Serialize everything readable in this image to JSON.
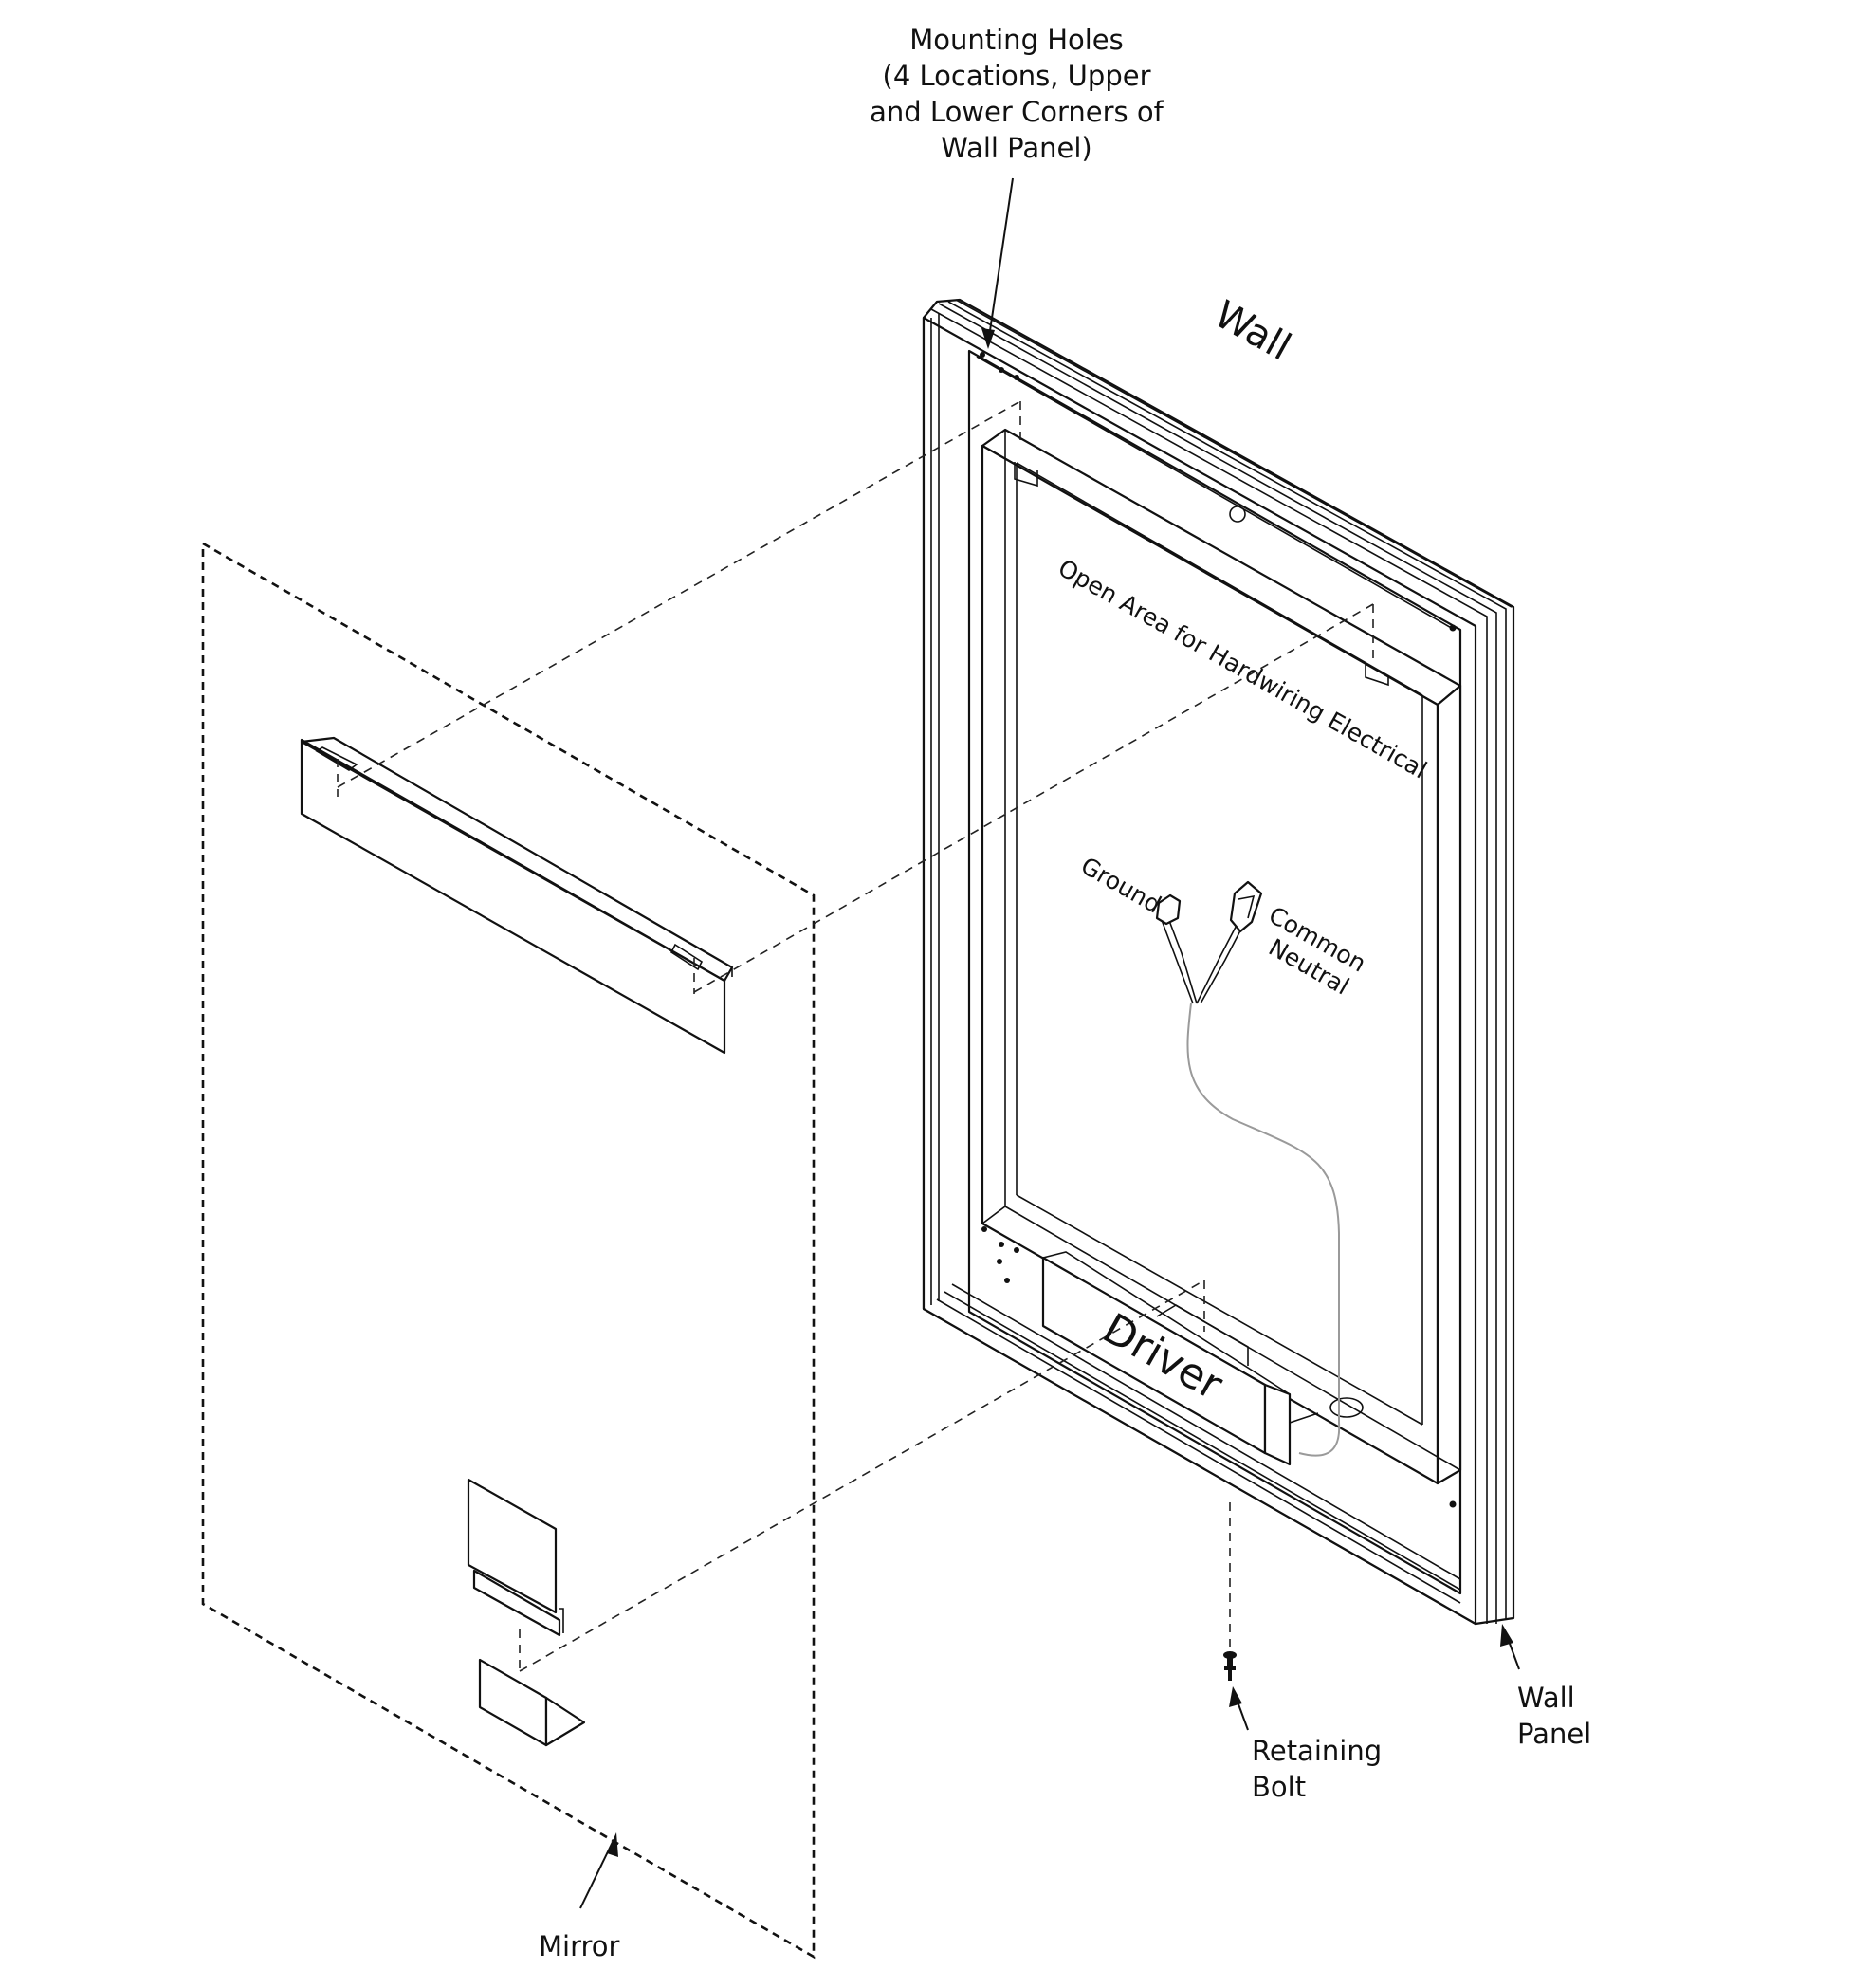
{
  "labels": {
    "mounting_holes": [
      "Mounting Holes",
      "(4 Locations, Upper",
      "and Lower Corners of",
      "Wall Panel)"
    ],
    "wall": "Wall",
    "open_area": "Open Area for Hardwiring Electrical",
    "ground": "Ground",
    "common_neutral": [
      "Common",
      "Neutral"
    ],
    "driver": "Driver",
    "retaining_bolt": [
      "Retaining",
      "Bolt"
    ],
    "wall_panel": [
      "Wall",
      "Panel"
    ],
    "mirror": "Mirror"
  }
}
